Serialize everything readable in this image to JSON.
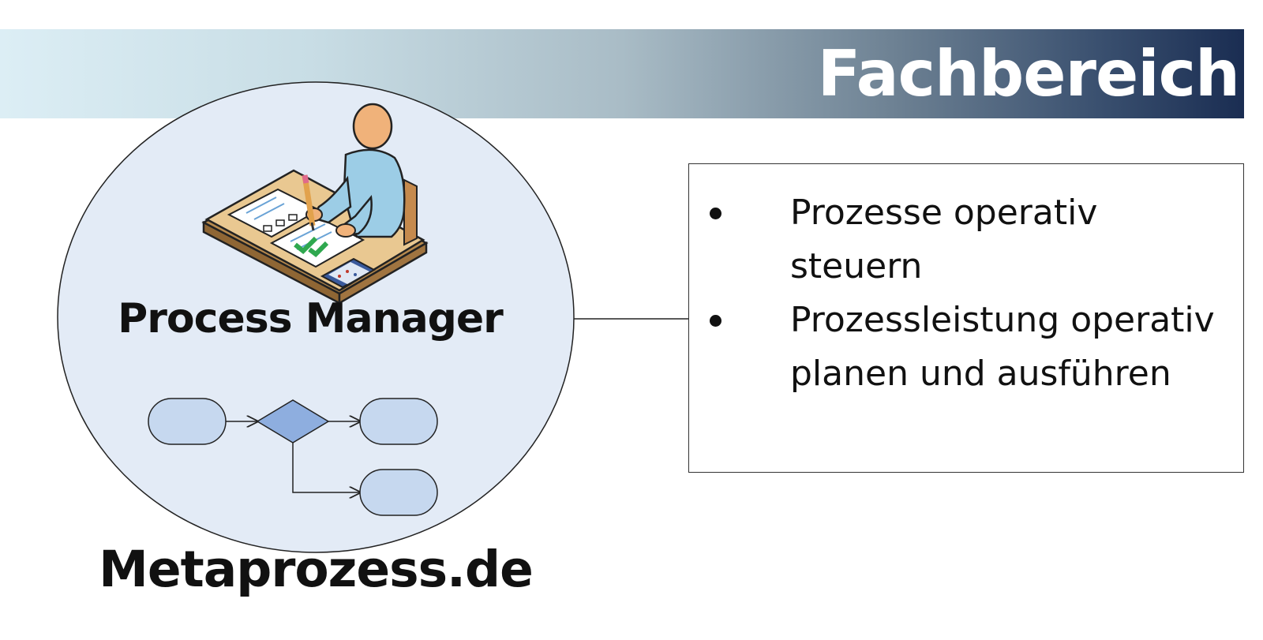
{
  "header": {
    "title": "Fachbereich"
  },
  "role": {
    "label": "Process Manager",
    "icon": "person-at-desk-icon"
  },
  "flow_icon": "process-flow-icon",
  "brand": {
    "label": "Metaprozess.de"
  },
  "responsibilities": {
    "items": [
      "Prozesse operativ steuern",
      "Prozessleistung operativ planen und ausführen"
    ]
  },
  "colors": {
    "circle_fill": "#e3ebf6",
    "flow_shape_fill": "#c6d8ef",
    "decision_fill": "#8eaedf",
    "header_gradient_start": "#dceef5",
    "header_gradient_end": "#1a2d52"
  }
}
